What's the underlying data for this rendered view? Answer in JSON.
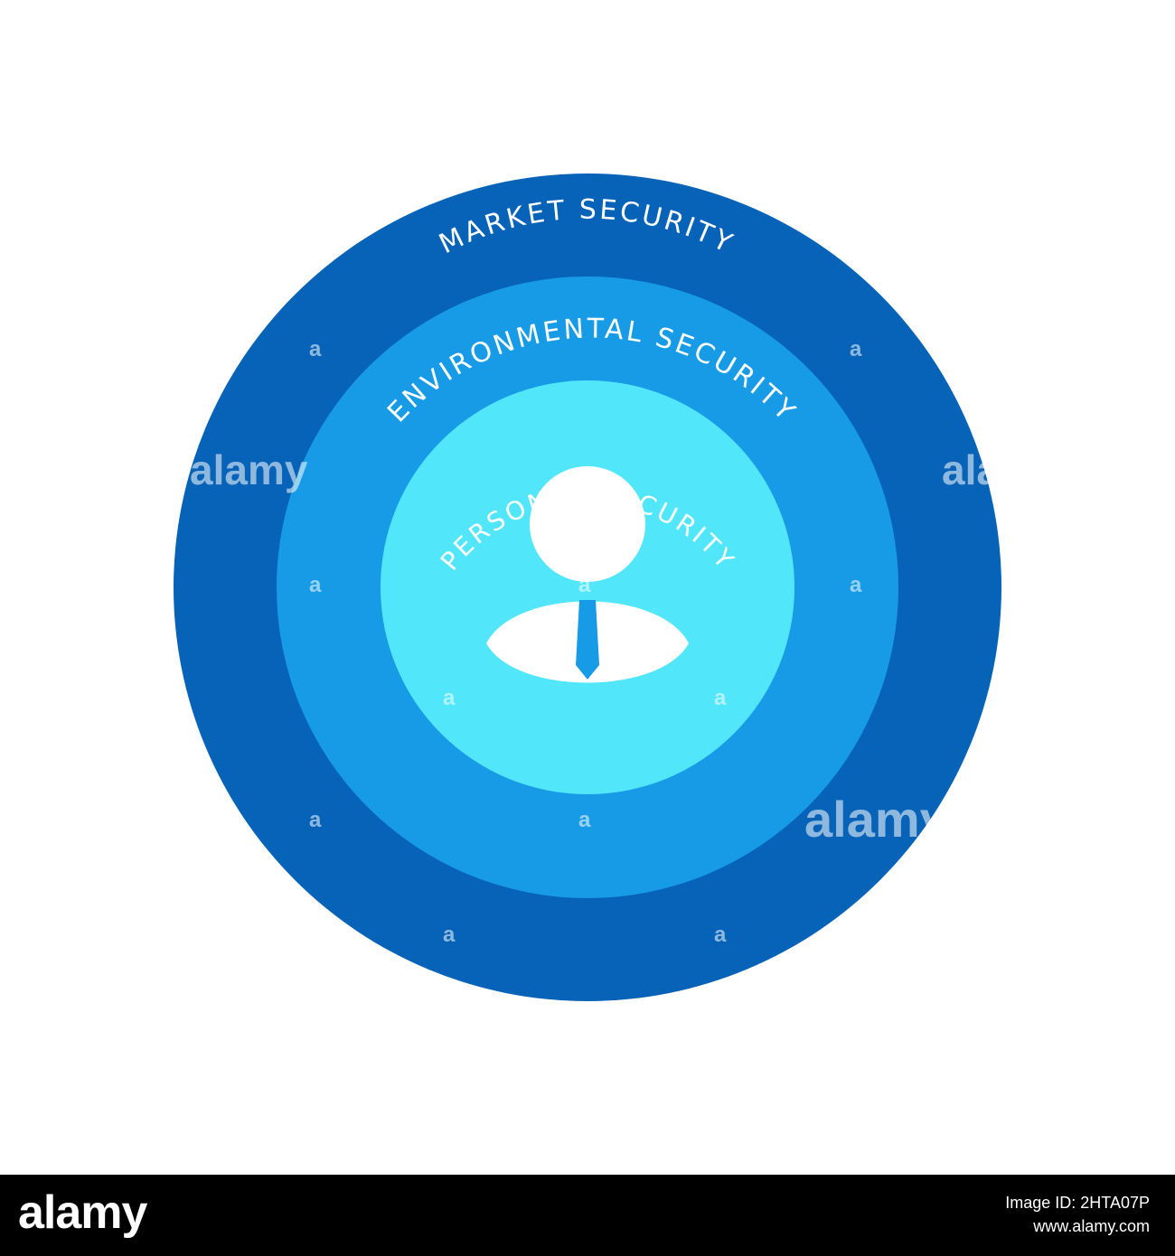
{
  "diagram": {
    "rings": [
      {
        "label": "MARKET SECURITY",
        "color": "#0663b8"
      },
      {
        "label": "ENVIRONMENTAL SECURITY",
        "color": "#189be6"
      },
      {
        "label": "PERSONAL SECURITY",
        "color": "#52e6fb"
      }
    ],
    "center_icon": "businessman-icon",
    "icon_color": "#ffffff",
    "tie_color": "#189be6"
  },
  "watermark": {
    "text": "alamy",
    "badge": "a"
  },
  "footer": {
    "logo": "alamy",
    "image_id": "Image ID: 2HTA07P",
    "site": "www.alamy.com",
    "background": "#000000"
  }
}
